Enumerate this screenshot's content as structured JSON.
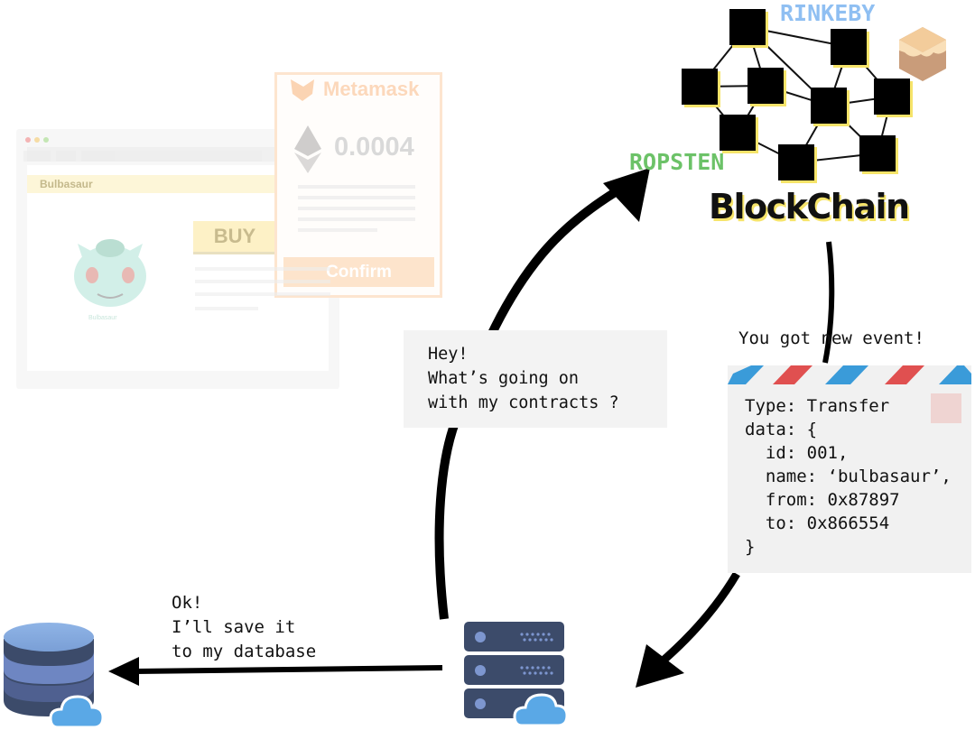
{
  "browser_mock": {
    "product_strip": "Bulbasaur",
    "buy_button": "BUY",
    "character_caption": "Bulbasaur"
  },
  "metamask_popup": {
    "title": "Metamask",
    "amount": "0.0004",
    "confirm_button": "Confirm"
  },
  "blockchain": {
    "networks": [
      {
        "name": "RINKEBY",
        "color": "#8fbff2"
      },
      {
        "name": "ROPSTEN",
        "color": "#6cc268"
      }
    ],
    "title": "BlockChain",
    "highlight_color": "#f6e46a"
  },
  "server_bubble": {
    "lines": [
      "Hey!",
      "What’s going on",
      "with my contracts ?"
    ]
  },
  "event_notification": {
    "header": "You got new event!",
    "lines": [
      "Type: Transfer",
      "data: {",
      "  id: 001,",
      "  name: ‘bulbasaur’,",
      "  from: 0x87897",
      "  to: 0x866554",
      "}"
    ],
    "stripe_colors": [
      "#3a9bd9",
      "#e05050"
    ]
  },
  "database_message": {
    "lines": [
      "Ok!",
      "I’ll save it",
      "to my database"
    ]
  },
  "icons": {
    "server": "server-stack-icon",
    "database": "database-icon",
    "cloud": "cloud-icon",
    "ethereum": "ethereum-icon",
    "fox": "metamask-fox-icon",
    "block": "block-cube-icon"
  }
}
